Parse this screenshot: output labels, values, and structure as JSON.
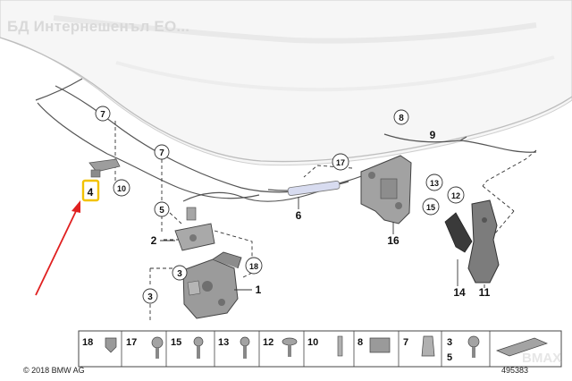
{
  "header": {
    "seller_name": "БД Интернешенъл ЕО..."
  },
  "footer": {
    "copyright": "© 2018 BMW AG",
    "drawing_number": "495383"
  },
  "watermark": "BMAX",
  "callouts": {
    "c7a": "7",
    "c7b": "7",
    "c10": "10",
    "c4": "4",
    "c5": "5",
    "c2": "2",
    "c3a": "3",
    "c3b": "3",
    "c18": "18",
    "c1": "1",
    "c6": "6",
    "c17": "17",
    "c16": "16",
    "c8": "8",
    "c9": "9",
    "c13": "13",
    "c12": "12",
    "c15": "15",
    "c14": "14",
    "c11": "11"
  },
  "parts_strip": [
    {
      "number": "18"
    },
    {
      "number": "17"
    },
    {
      "number": "15"
    },
    {
      "number": "13"
    },
    {
      "number": "12"
    },
    {
      "number": "10"
    },
    {
      "number": "8"
    },
    {
      "number": "7"
    },
    {
      "number": "3",
      "sub": "5"
    }
  ],
  "highlight": {
    "part": "4",
    "color": "#f2c200"
  },
  "arrow_color": "#e02020"
}
